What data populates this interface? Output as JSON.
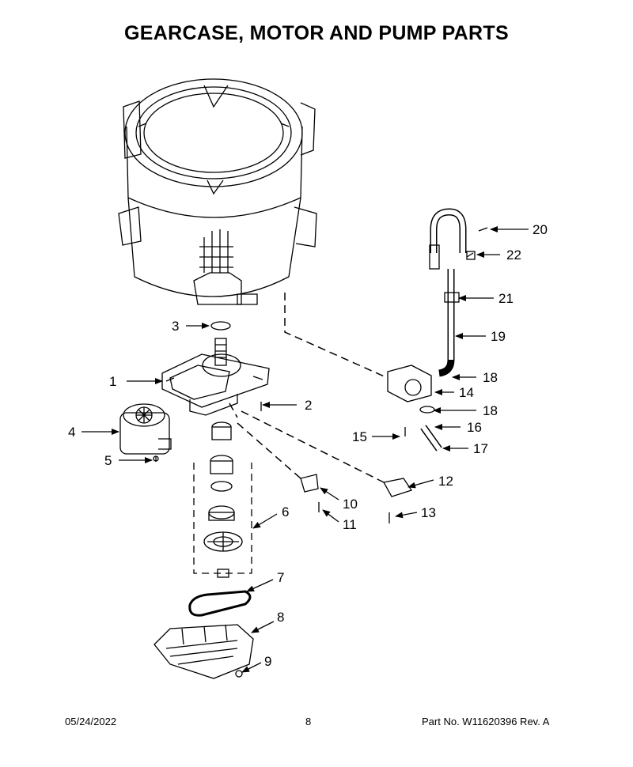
{
  "page": {
    "title": "GEARCASE, MOTOR AND PUMP PARTS",
    "footer_date": "05/24/2022",
    "footer_page": "8",
    "footer_part": "Part No.  W11620396  Rev.  A"
  },
  "callouts": [
    {
      "id": "1",
      "label": "1"
    },
    {
      "id": "2",
      "label": "2"
    },
    {
      "id": "3",
      "label": "3"
    },
    {
      "id": "4",
      "label": "4"
    },
    {
      "id": "5",
      "label": "5"
    },
    {
      "id": "6",
      "label": "6"
    },
    {
      "id": "7",
      "label": "7"
    },
    {
      "id": "8",
      "label": "8"
    },
    {
      "id": "9",
      "label": "9"
    },
    {
      "id": "10",
      "label": "10"
    },
    {
      "id": "11",
      "label": "11"
    },
    {
      "id": "12",
      "label": "12"
    },
    {
      "id": "13",
      "label": "13"
    },
    {
      "id": "14",
      "label": "14"
    },
    {
      "id": "15",
      "label": "15"
    },
    {
      "id": "16",
      "label": "16"
    },
    {
      "id": "17",
      "label": "17"
    },
    {
      "id": "18a",
      "label": "18"
    },
    {
      "id": "18b",
      "label": "18"
    },
    {
      "id": "19",
      "label": "19"
    },
    {
      "id": "20",
      "label": "20"
    },
    {
      "id": "21",
      "label": "21"
    },
    {
      "id": "22",
      "label": "22"
    }
  ]
}
